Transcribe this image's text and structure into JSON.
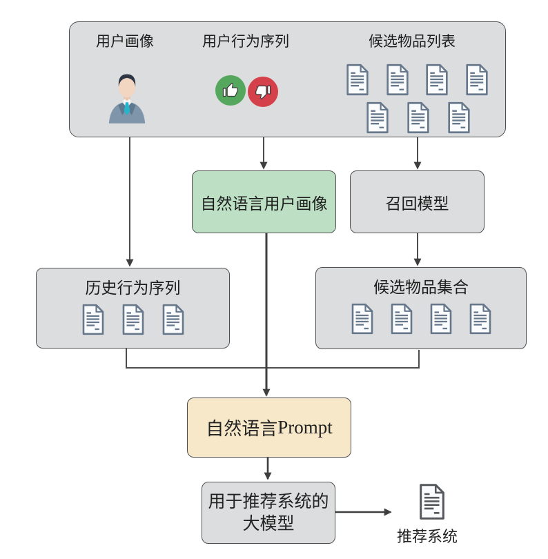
{
  "sources_panel": {
    "user_profile_label": "用户画像",
    "behavior_label": "用户行为序列",
    "candidate_list_label": "候选物品列表",
    "candidate_document_count": 7
  },
  "nodes": {
    "nl_profile_label": "自然语言用户画像",
    "recall_label": "召回模型",
    "history_label": "历史行为序列",
    "history_document_count": 3,
    "candidate_set_label": "候选物品集合",
    "candidate_set_document_count": 4,
    "prompt_label_zh": "自然语言",
    "prompt_label_en": "Prompt",
    "llm_label_line1": "用于推荐系统的",
    "llm_label_line2": "大模型",
    "output_label": "推荐系统"
  },
  "icons": {
    "user": "user-avatar-icon",
    "like": "thumbs-up-icon",
    "dislike": "thumbs-down-icon",
    "document": "document-icon"
  },
  "colors": {
    "panel_gray": "#dcddde",
    "node_green": "#bde0c5",
    "node_tan": "#f6e8c8",
    "border": "#4f4f4f",
    "arrow": "#3e3e3e",
    "doc_icon": "#67788c",
    "thumb_up_green": "#55a75e",
    "thumb_down_red": "#d4414b",
    "tie_teal": "#26b4cb"
  }
}
